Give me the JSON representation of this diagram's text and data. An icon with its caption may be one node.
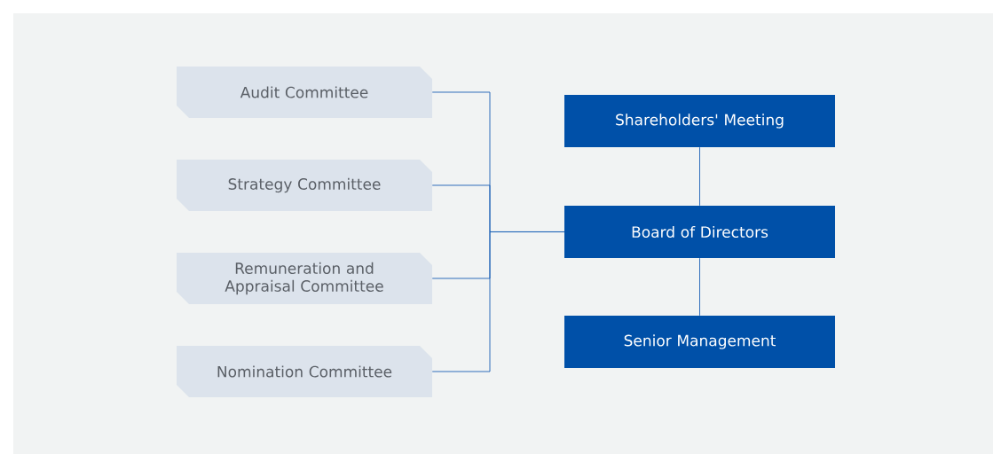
{
  "diagram": {
    "nodes": [
      {
        "text": [
          "Audit Committee"
        ]
      },
      {
        "text": [
          "Strategy Committee"
        ]
      },
      {
        "text": [
          "Remuneration and Appraisal Committee"
        ]
      },
      {
        "text": [
          "Nomination Committee"
        ]
      },
      {
        "text": [
          "Shareholders' Meeting"
        ]
      },
      {
        "text": [
          "Board of Directors"
        ]
      },
      {
        "text": [
          "Senior Management"
        ]
      }
    ],
    "edges": [
      {
        "from": 0,
        "to": 5,
        "arrow": "none"
      },
      {
        "from": 1,
        "to": 5,
        "arrow": "none"
      },
      {
        "from": 2,
        "to": 5,
        "arrow": "none"
      },
      {
        "from": 3,
        "to": 5,
        "arrow": "none"
      },
      {
        "from": 4,
        "to": 5,
        "arrow": "none"
      },
      {
        "from": 5,
        "to": 6,
        "arrow": "none"
      }
    ]
  }
}
